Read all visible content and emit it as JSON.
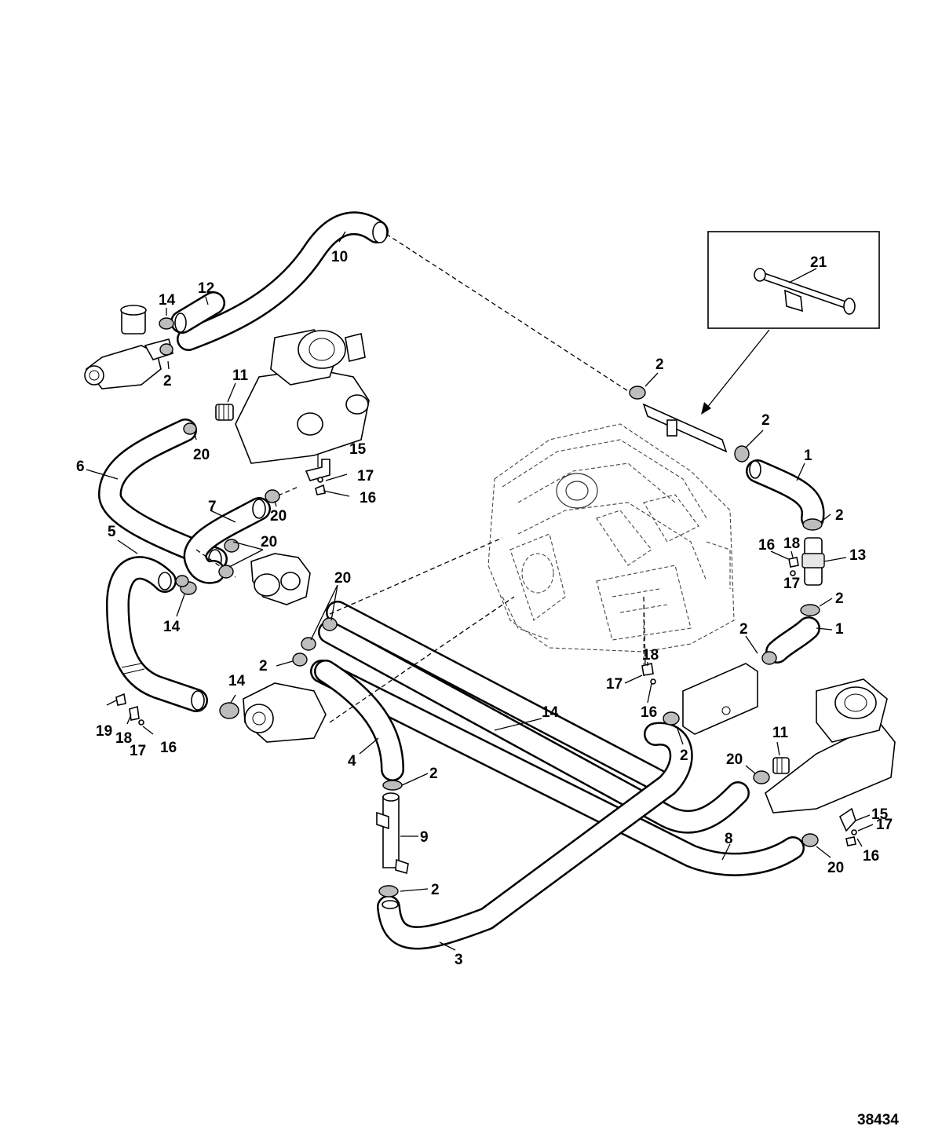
{
  "figure_number": "38434",
  "callouts": {
    "c1a": "1",
    "c1b": "1",
    "c2a": "2",
    "c2b": "2",
    "c2c": "2",
    "c2d": "2",
    "c2e": "2",
    "c2f": "2",
    "c2g": "2",
    "c2h": "2",
    "c2i": "2",
    "c2j": "2",
    "c3": "3",
    "c4": "4",
    "c5": "5",
    "c6": "6",
    "c7": "7",
    "c8": "8",
    "c9": "9",
    "c10": "10",
    "c11a": "11",
    "c11b": "11",
    "c12": "12",
    "c13": "13",
    "c14a": "14",
    "c14b": "14",
    "c14c": "14",
    "c14d": "14",
    "c15a": "15",
    "c15b": "15",
    "c16a": "16",
    "c16b": "16",
    "c16c": "16",
    "c16d": "16",
    "c16e": "16",
    "c17a": "17",
    "c17b": "17",
    "c17c": "17",
    "c17d": "17",
    "c17e": "17",
    "c18a": "18",
    "c18b": "18",
    "c18c": "18",
    "c19": "19",
    "c20a": "20",
    "c20b": "20",
    "c20c": "20",
    "c20d": "20",
    "c20e": "20",
    "c20f": "20",
    "c21": "21"
  }
}
